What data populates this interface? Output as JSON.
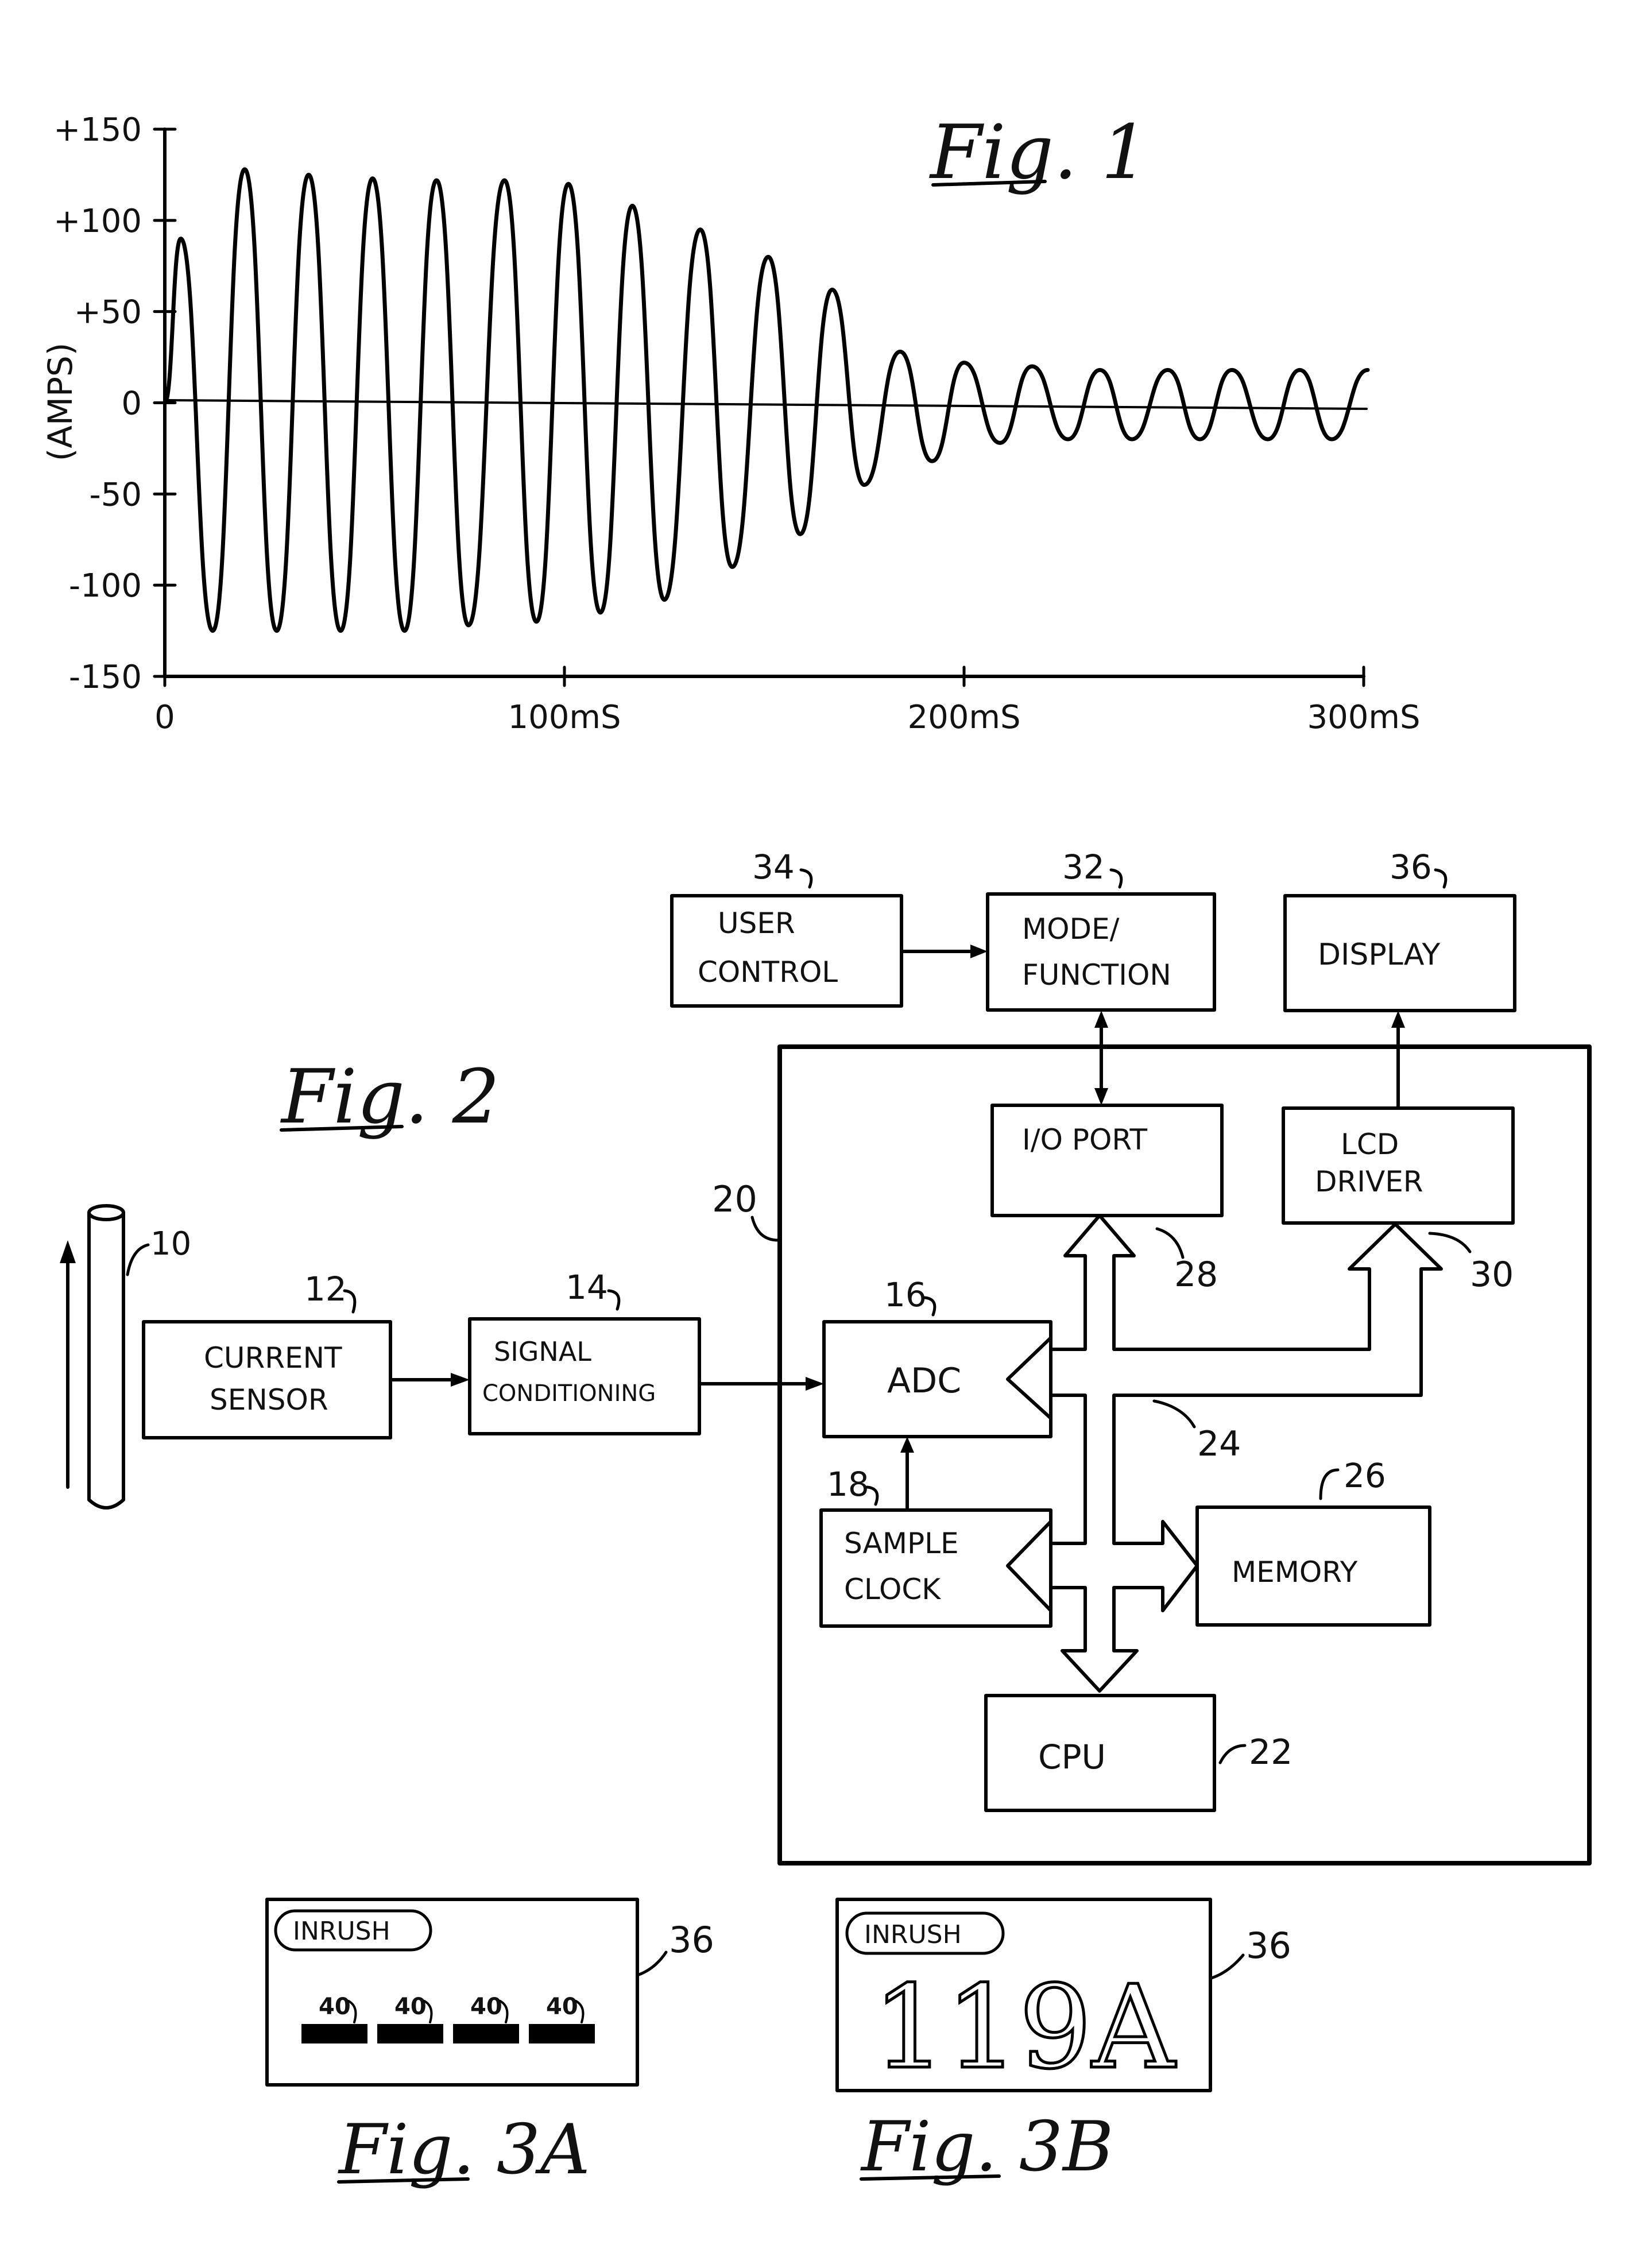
{
  "fig1": {
    "fig_label": "Fig. 1",
    "ylabel": "(AMPS)",
    "xticks": [
      "0",
      "100mS",
      "200mS",
      "300mS"
    ],
    "yticks": [
      "+150",
      "+100",
      "+50",
      "0",
      "-50",
      "-100",
      "-150"
    ],
    "chart_data": {
      "type": "line",
      "xlabel": "",
      "ylabel": "(AMPS)",
      "xlim": [
        0,
        300
      ],
      "ylim": [
        -150,
        150
      ],
      "x_unit": "mS",
      "period_ms": 16.7,
      "series": [
        {
          "peaks_ms": [
            4,
            20,
            36,
            52,
            68,
            85,
            101,
            117,
            134,
            151,
            167,
            184,
            200,
            217,
            234,
            251,
            267,
            284,
            301
          ],
          "peaks": [
            90,
            128,
            125,
            123,
            122,
            122,
            120,
            108,
            95,
            80,
            62,
            28,
            22,
            20,
            18,
            18,
            18,
            18,
            18
          ],
          "troughs_ms": [
            12,
            28,
            44,
            60,
            76,
            93,
            109,
            125,
            142,
            159,
            175,
            192,
            209,
            226,
            242,
            259,
            276,
            292
          ],
          "troughs": [
            -125,
            -125,
            -125,
            -125,
            -122,
            -120,
            -115,
            -108,
            -90,
            -72,
            -45,
            -32,
            -22,
            -20,
            -20,
            -20,
            -20,
            -20
          ]
        }
      ]
    }
  },
  "fig2": {
    "fig_label": "Fig. 2",
    "blocks": {
      "user_control": {
        "line1": "USER",
        "line2": "CONTROL",
        "ref": "34"
      },
      "mode_function": {
        "line1": "MODE/",
        "line2": "FUNCTION",
        "ref": "32"
      },
      "display": {
        "label": "DISPLAY",
        "ref": "36"
      },
      "io_port": {
        "label": "I/O PORT",
        "ref": "28"
      },
      "lcd_driver": {
        "line1": "LCD",
        "line2": "DRIVER",
        "ref": "30"
      },
      "current_sensor": {
        "line1": "CURRENT",
        "line2": "SENSOR",
        "ref": "12"
      },
      "signal_conditioning": {
        "line1": "SIGNAL",
        "line2": "CONDITIONING",
        "ref": "14"
      },
      "adc": {
        "label": "ADC",
        "ref": "16"
      },
      "sample_clock": {
        "line1": "SAMPLE",
        "line2": "CLOCK",
        "ref": "18"
      },
      "memory": {
        "label": "MEMORY",
        "ref": "26"
      },
      "cpu": {
        "label": "CPU",
        "ref": "22"
      }
    },
    "refs": {
      "conductor": "10",
      "microcomputer": "20",
      "bus": "24"
    }
  },
  "fig3a": {
    "fig_label": "Fig. 3A",
    "badge": "INRUSH",
    "ref": "36",
    "segment_refs": [
      "40",
      "40",
      "40",
      "40"
    ]
  },
  "fig3b": {
    "fig_label": "Fig. 3B",
    "badge": "INRUSH",
    "value": "119A",
    "ref": "36"
  }
}
